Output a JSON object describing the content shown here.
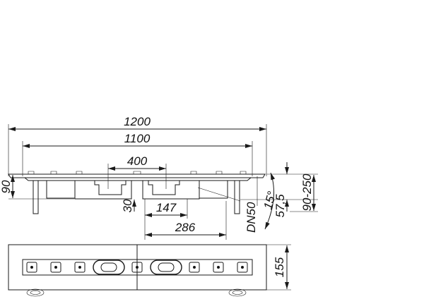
{
  "dimensions": {
    "total_length": "1200",
    "inner_length": "1100",
    "outlet_spacing": "400",
    "height": "90",
    "outlet_depth": "30",
    "outlet_offset_147": "147",
    "outlet_offset_286": "286",
    "pipe": "DN50",
    "angle": "15°",
    "outlet_height": "57,5",
    "adjust_range": "90-250",
    "width": "155"
  },
  "colors": {
    "line": "#1a1a1a",
    "background": "#ffffff"
  }
}
